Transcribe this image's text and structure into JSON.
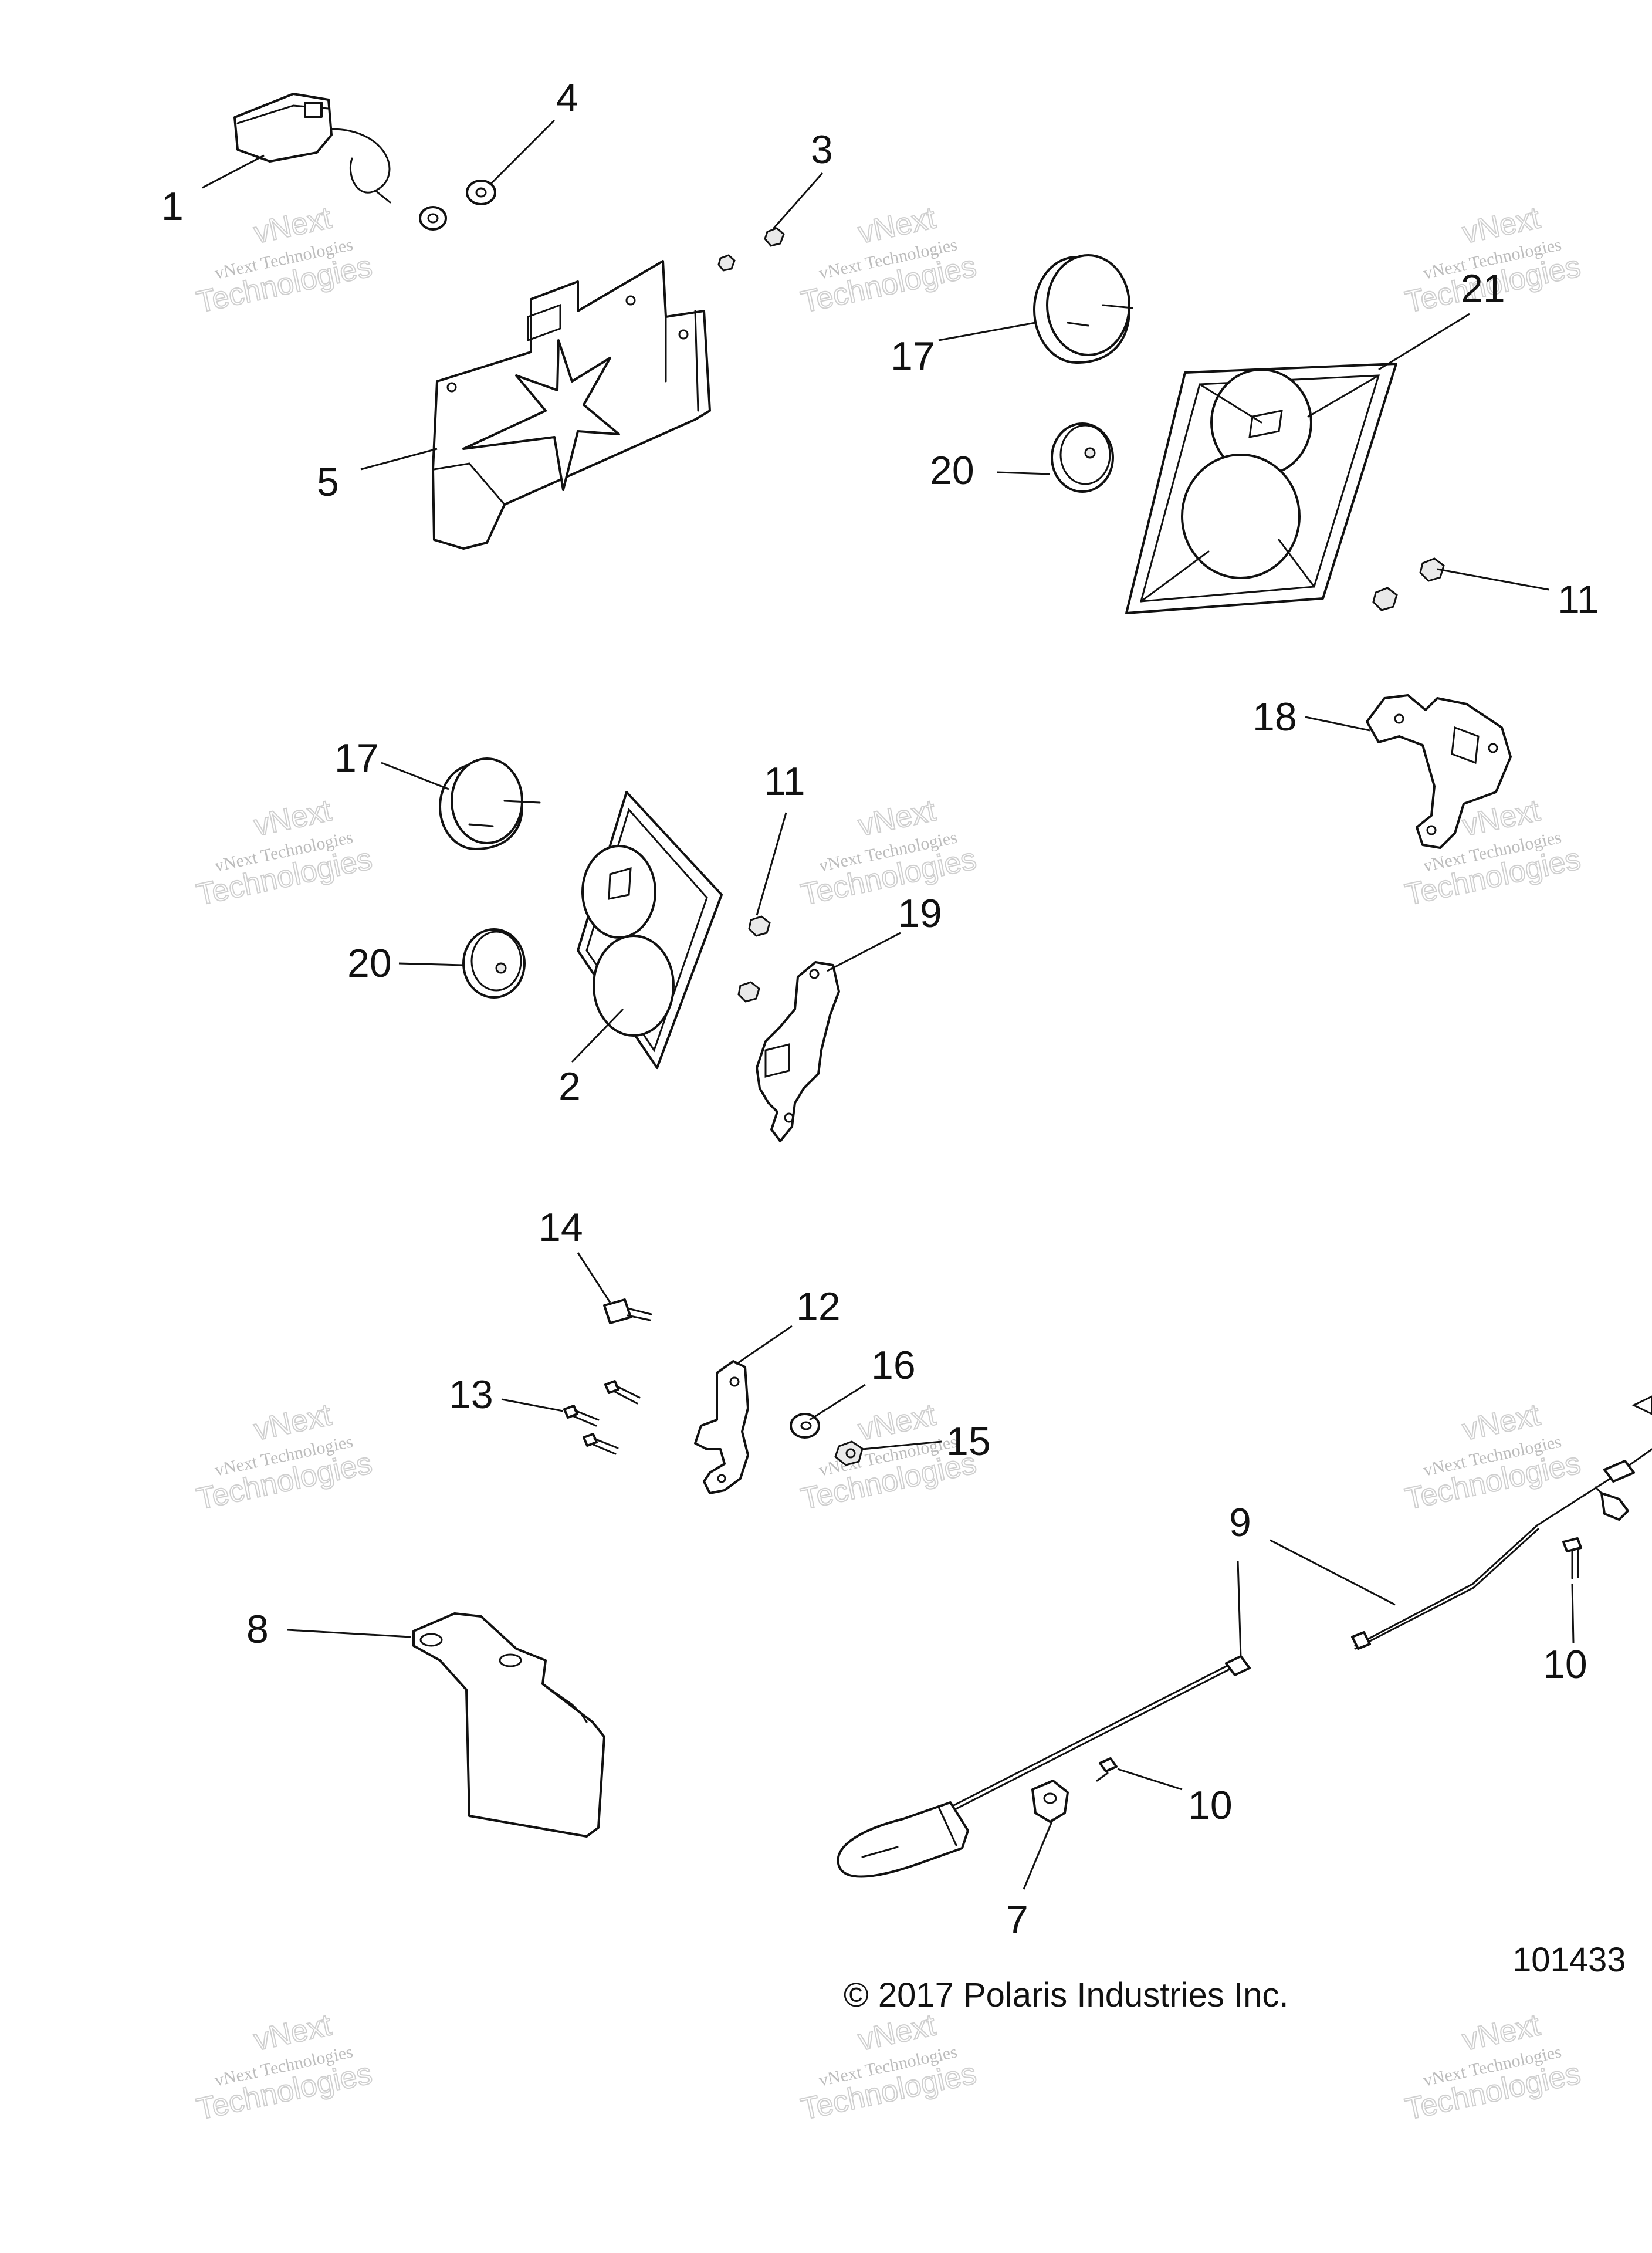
{
  "callouts": {
    "c1": "1",
    "c2": "2",
    "c3": "3",
    "c4": "4",
    "c5": "5",
    "c7": "7",
    "c8": "8",
    "c9": "9",
    "c10a": "10",
    "c10b": "10",
    "c11a": "11",
    "c11b": "11",
    "c12": "12",
    "c13": "13",
    "c14": "14",
    "c15": "15",
    "c16": "16",
    "c17a": "17",
    "c17b": "17",
    "c18": "18",
    "c19": "19",
    "c20a": "20",
    "c20b": "20",
    "c21": "21"
  },
  "copyright": "© 2017 Polaris Industries Inc.",
  "diagram_id": "101433",
  "watermark": {
    "line1": "vNext",
    "line2": "vNext Technologies",
    "line3": "Technologies"
  }
}
